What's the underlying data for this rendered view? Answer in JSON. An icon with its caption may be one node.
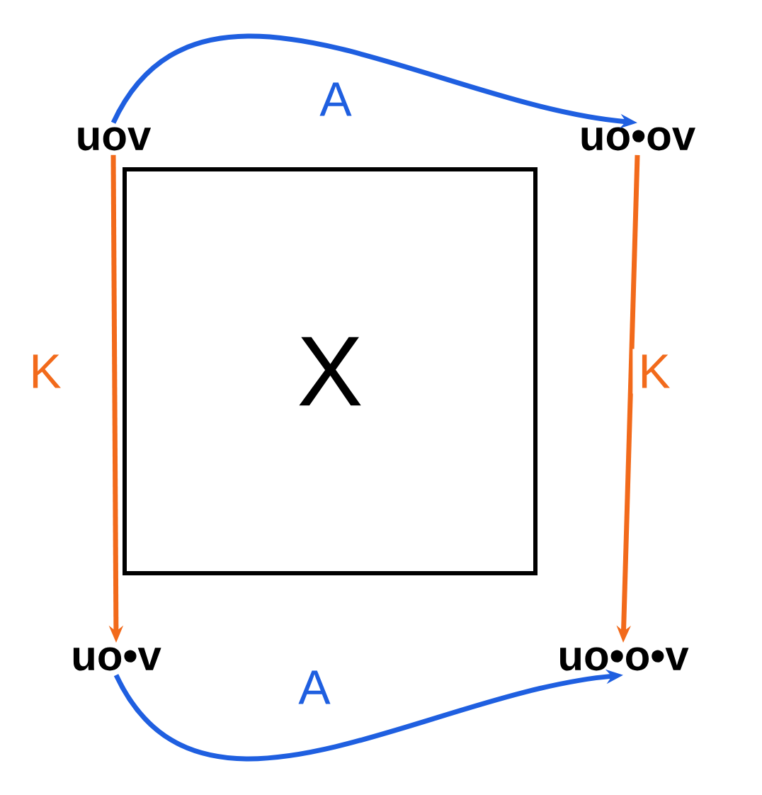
{
  "diagram": {
    "nodes": [
      {
        "text": [
          "uov"
        ]
      },
      {
        "text": [
          "uo•ov"
        ]
      },
      {
        "text": [
          "uo•v"
        ]
      },
      {
        "text": [
          "uo•o•v"
        ]
      },
      {
        "text": [
          "X"
        ]
      }
    ],
    "edges": [
      {
        "from": 0,
        "to": 1,
        "arrow": "to",
        "label": "A",
        "color": "#1f5fe0"
      },
      {
        "from": 0,
        "to": 2,
        "arrow": "to",
        "label": "K",
        "color": "#f26a1b"
      },
      {
        "from": 1,
        "to": 3,
        "arrow": "to",
        "label": "K",
        "color": "#f26a1b"
      },
      {
        "from": 2,
        "to": 3,
        "arrow": "to",
        "label": "A",
        "color": "#1f5fe0"
      }
    ]
  }
}
